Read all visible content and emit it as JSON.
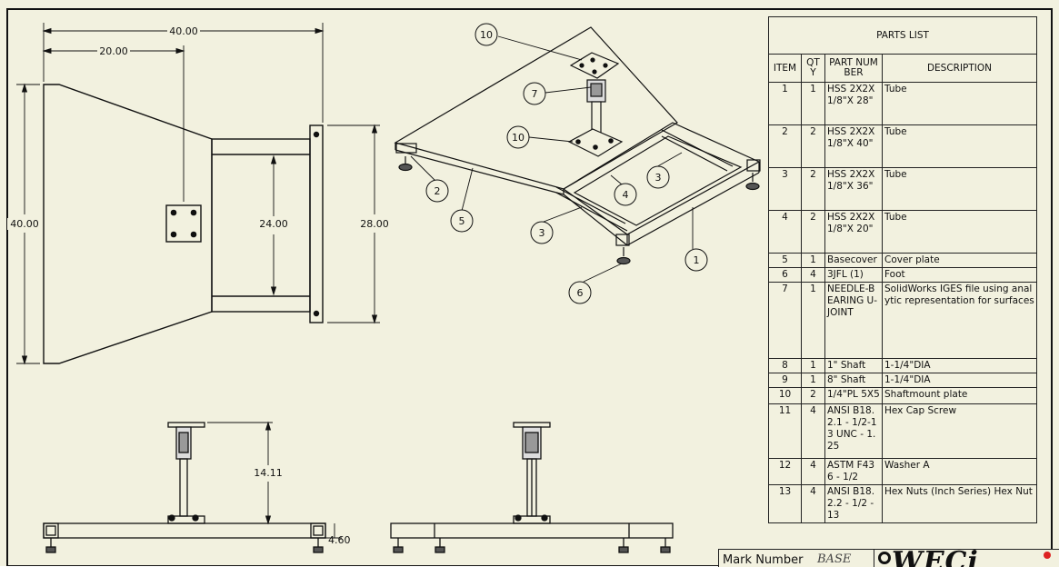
{
  "dimensions": {
    "top_width": "40.00",
    "half_width": "20.00",
    "height": "40.00",
    "inner_span": "24.00",
    "plate_span": "28.00",
    "column_height": "14.11",
    "base_height": "4.60"
  },
  "balloons": {
    "b1": "1",
    "b2": "2",
    "b3a": "3",
    "b3b": "3",
    "b4": "4",
    "b5": "5",
    "b6": "6",
    "b7": "7",
    "b10a": "10",
    "b10b": "10"
  },
  "parts_list": {
    "title": "PARTS LIST",
    "headers": {
      "item": "ITEM",
      "qty": "QTY",
      "part_number": "PART NUMBER",
      "description": "DESCRIPTION"
    },
    "rows": [
      {
        "item": "1",
        "qty": "1",
        "part": "HSS 2X2X1/8\"X 28\"",
        "desc": "Tube"
      },
      {
        "item": "2",
        "qty": "2",
        "part": "HSS 2X2X1/8\"X 40\"",
        "desc": "Tube"
      },
      {
        "item": "3",
        "qty": "2",
        "part": "HSS 2X2X1/8\"X 36\"",
        "desc": "Tube"
      },
      {
        "item": "4",
        "qty": "2",
        "part": "HSS 2X2X1/8\"X 20\"",
        "desc": "Tube"
      },
      {
        "item": "5",
        "qty": "1",
        "part": "Basecover",
        "desc": "Cover plate"
      },
      {
        "item": "6",
        "qty": "4",
        "part": "3JFL (1)",
        "desc": "Foot"
      },
      {
        "item": "7",
        "qty": "1",
        "part": "NEEDLE-BEARING U-JOINT",
        "desc": "SolidWorks IGES file using analytic representation for surfaces"
      },
      {
        "item": "8",
        "qty": "1",
        "part": "1\" Shaft",
        "desc": "1-1/4\"DIA"
      },
      {
        "item": "9",
        "qty": "1",
        "part": "8\" Shaft",
        "desc": "1-1/4\"DIA"
      },
      {
        "item": "10",
        "qty": "2",
        "part": "1/4\"PL 5X5",
        "desc": "Shaftmount plate"
      },
      {
        "item": "11",
        "qty": "4",
        "part": "ANSI B18.2.1 - 1/2-13 UNC - 1.25",
        "desc": "Hex Cap Screw"
      },
      {
        "item": "12",
        "qty": "4",
        "part": "ASTM F436 - 1/2",
        "desc": "Washer A"
      },
      {
        "item": "13",
        "qty": "4",
        "part": "ANSI B18.2.2 - 1/2 - 13",
        "desc": "Hex Nuts (Inch Series) Hex Nut"
      }
    ]
  },
  "title_block": {
    "label": "Mark Number",
    "value": "BASE",
    "logo_text": "WECi"
  }
}
